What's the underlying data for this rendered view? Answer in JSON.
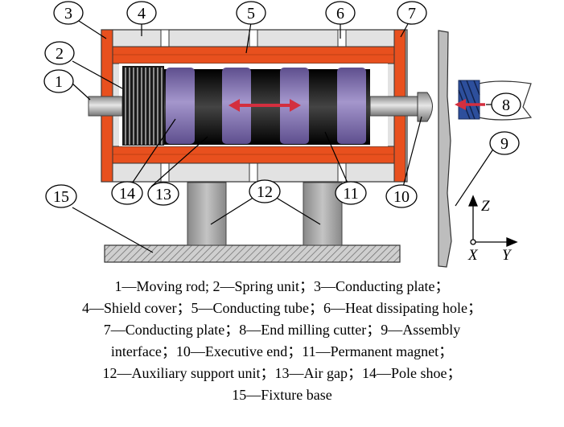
{
  "callouts": [
    "1",
    "2",
    "3",
    "4",
    "5",
    "6",
    "7",
    "8",
    "9",
    "10",
    "11",
    "12",
    "13",
    "14",
    "15"
  ],
  "axes": {
    "z": "Z",
    "x": "X",
    "y": "Y"
  },
  "caption": [
    "1—Moving rod; 2—Spring unit；3—Conducting plate；",
    "4—Shield cover；5—Conducting tube；6—Heat dissipating hole；",
    "7—Conducting plate；8—End milling cutter；9—Assembly",
    "interface；10—Executive end；11—Permanent magnet；",
    "12—Auxiliary support unit；13—Air gap；14—Pole shoe；",
    "15—Fixture base"
  ],
  "colors": {
    "conducting": "#e8501e",
    "magnet_purple": "#7f6fab",
    "magnet_black": "#111111",
    "shield": "#d9d9d9",
    "support": "#a9a9a9",
    "arrow": "#d32f3f",
    "cutter": "#2d4f9c"
  }
}
